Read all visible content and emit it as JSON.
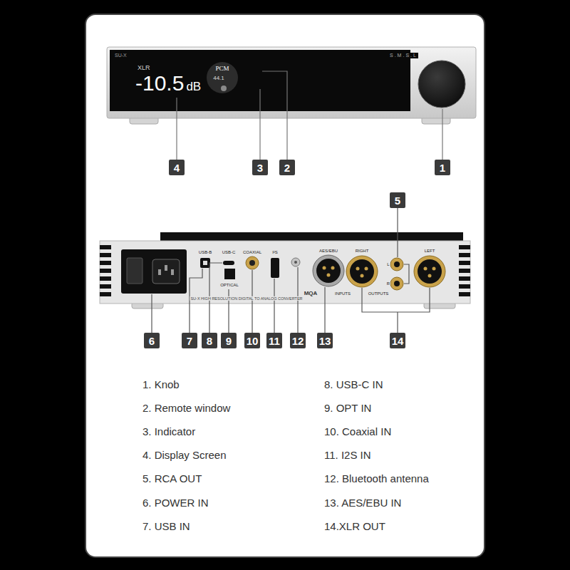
{
  "diagram": {
    "labels": [
      "SU-X",
      "XLR",
      "-10.5",
      "dB",
      "PCM",
      "44.1",
      "S.M.S.L",
      "4",
      "3",
      "2",
      "1",
      "5",
      "USB-B",
      "USB-C",
      "OPTICAL",
      "COAXIAL",
      "I²S",
      "AES/EBU",
      "INPUTS",
      "RIGHT",
      "LEFT",
      "L",
      "R",
      "OUTPUTS",
      "MQA",
      "SU-X HIGH RESOLUTION DIGITAL TO ANALOG CONVERTER",
      "6",
      "7",
      "8",
      "9",
      "10",
      "11",
      "12",
      "13",
      "14",
      "1. Knob",
      "2. Remote window",
      "3. Indicator",
      "4. Display Screen",
      "5. RCA OUT",
      "6. POWER IN",
      "7. USB IN",
      "8. USB-C IN",
      "9. OPT IN",
      "10. Coaxial IN",
      "11. I2S IN",
      "12. Bluetooth antenna",
      "13. AES/EBU IN",
      "14.XLR OUT"
    ]
  }
}
